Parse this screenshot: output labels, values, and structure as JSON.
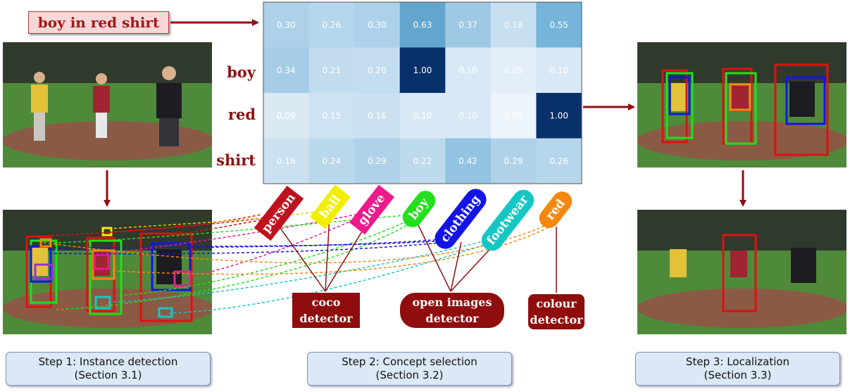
{
  "query": "boy in red shirt",
  "row_labels": [
    "boy",
    "red",
    "shirt"
  ],
  "heatmap": {
    "rows": [
      [
        0.3,
        0.26,
        0.3,
        0.63,
        0.37,
        0.18,
        0.55
      ],
      [
        0.34,
        0.21,
        0.2,
        1.0,
        0.1,
        0.05,
        0.1
      ],
      [
        0.09,
        0.15,
        0.16,
        0.1,
        0.1,
        0.0,
        1.0
      ],
      [
        0.16,
        0.24,
        0.29,
        0.22,
        0.42,
        0.29,
        0.26
      ]
    ],
    "cell_text": [
      [
        "0.30",
        "0.26",
        "0.30",
        "0.63",
        "0.37",
        "0.18",
        "0.55"
      ],
      [
        "0.34",
        "0.21",
        "0.20",
        "1.00",
        "0.10",
        "0.05",
        "0.10"
      ],
      [
        "0.09",
        "0.15",
        "0.16",
        "0.10",
        "0.10",
        "0.00",
        "1.00"
      ],
      [
        "0.16",
        "0.24",
        "0.29",
        "0.22",
        "0.42",
        "0.29",
        "0.26"
      ]
    ]
  },
  "concepts": [
    {
      "label": "person",
      "color": "#c0121e"
    },
    {
      "label": "ball",
      "color": "#f2ee00"
    },
    {
      "label": "glove",
      "color": "#ee1a8c"
    },
    {
      "label": "boy",
      "color": "#22e01a"
    },
    {
      "label": "clothing",
      "color": "#1414e8"
    },
    {
      "label": "footwear",
      "color": "#15c7c4"
    },
    {
      "label": "red",
      "color": "#f5870f"
    }
  ],
  "detectors": [
    {
      "line1": "coco",
      "line2": "detector"
    },
    {
      "line1": "open images",
      "line2": "detector"
    },
    {
      "line1": "colour",
      "line2": "detector"
    }
  ],
  "steps": [
    {
      "line1": "Step 1: Instance detection",
      "line2": "(Section 3.1)"
    },
    {
      "line1": "Step 2: Concept selection",
      "line2": "(Section 3.2)"
    },
    {
      "line1": "Step 3: Localization",
      "line2": "(Section 3.3)"
    }
  ],
  "colors": {
    "arrow": "#8f1010",
    "heat_low": "#eef4fb",
    "heat_high": "#08306b"
  }
}
